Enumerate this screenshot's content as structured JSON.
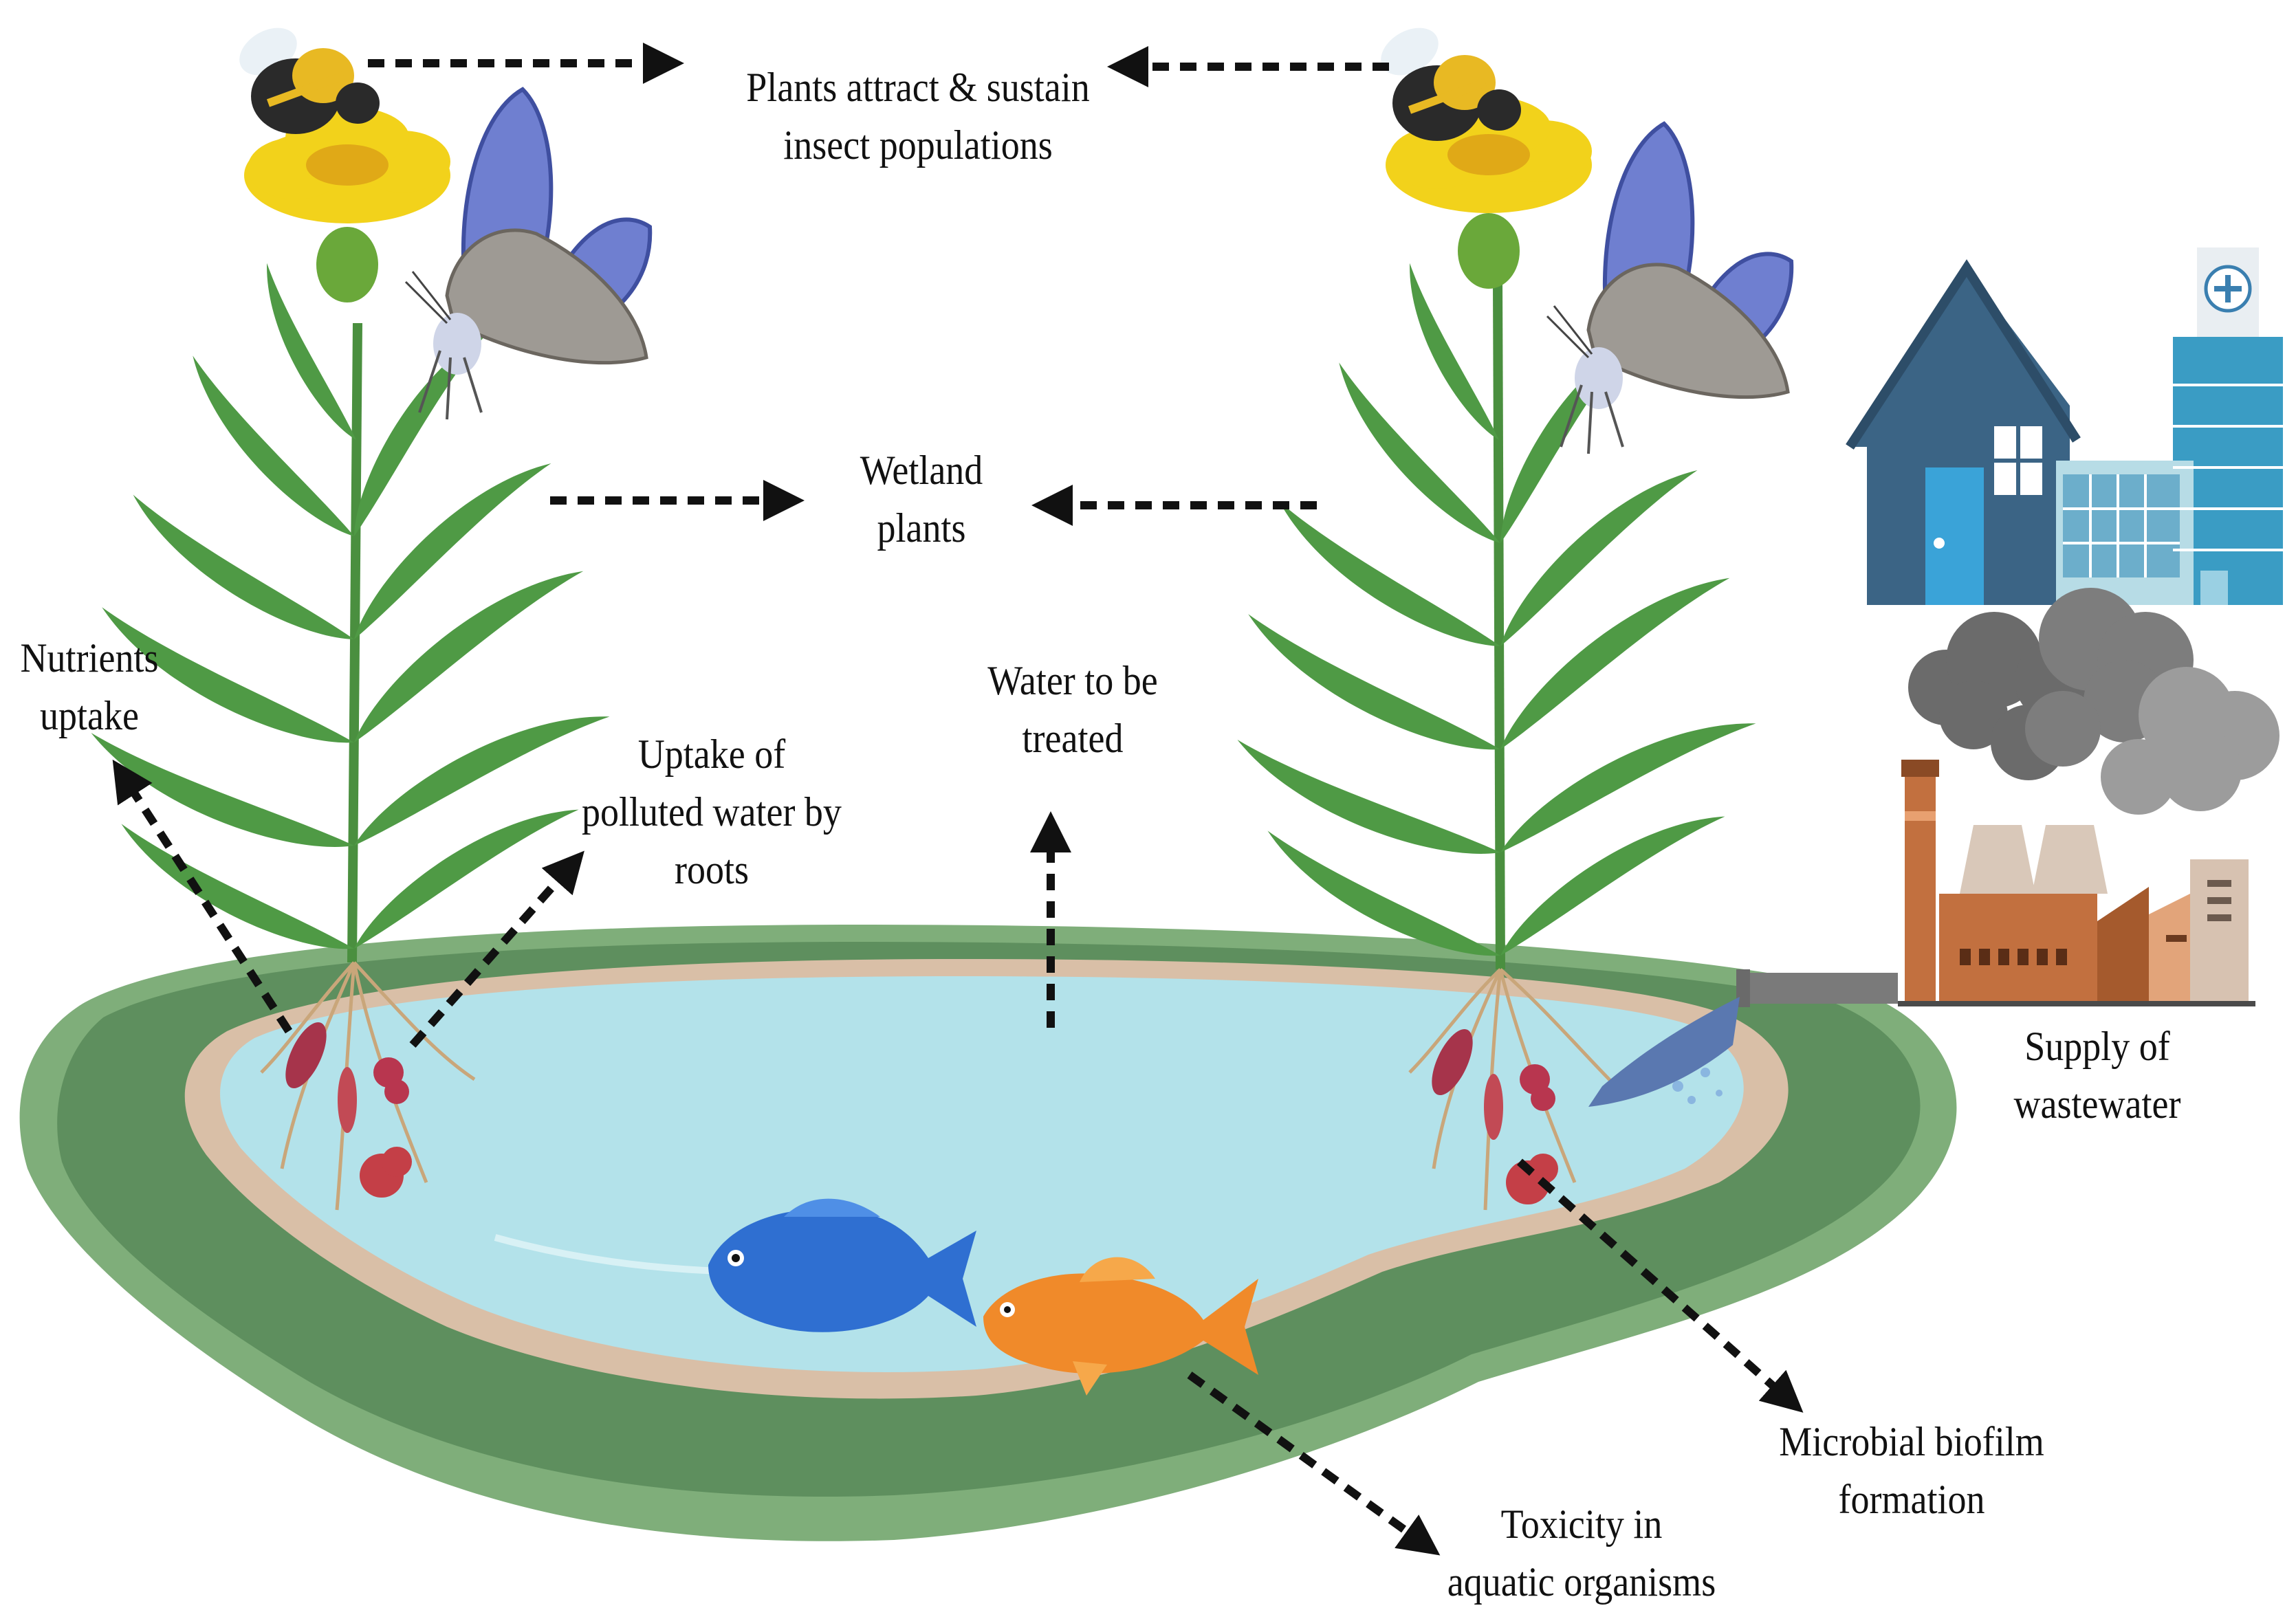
{
  "labels": {
    "insects": {
      "line1": "Plants attract & sustain",
      "line2": "insect populations"
    },
    "wetland": {
      "line1": "Wetland",
      "line2": "plants"
    },
    "nutrients": {
      "line1": "Nutrients",
      "line2": "uptake"
    },
    "uptake_roots": {
      "line1": "Uptake of",
      "line2": "polluted water by",
      "line3": "roots"
    },
    "water_treated": {
      "line1": "Water to be",
      "line2": "treated"
    },
    "supply": {
      "line1": "Supply of",
      "line2": "wastewater"
    },
    "biofilm": {
      "line1": "Microbial biofilm",
      "line2": "formation"
    },
    "toxicity": {
      "line1": "Toxicity in",
      "line2": "aquatic organisms"
    }
  },
  "colors": {
    "ground_dark": "#5e8f5e",
    "ground_light": "#7fae7a",
    "bank": "#d9bfa7",
    "water": "#b3e2ea",
    "leaf": "#4f9a45",
    "flower": "#f2d21b",
    "butterfly_wing": "#6f7fd0",
    "house": "#3b6485",
    "hospital": "#3a9cc4",
    "factory_brick": "#c2703f",
    "smoke": "#6b6b6b",
    "fish_blue": "#2f6fd1",
    "fish_orange": "#f08a2a",
    "arrow": "#111111"
  },
  "icons": [
    "bee-icon",
    "flower-icon",
    "butterfly-icon",
    "plant-icon",
    "house-icon",
    "hospital-icon",
    "factory-icon",
    "smoke-icon",
    "fish-icon",
    "microbe-icon",
    "pipe-icon"
  ]
}
